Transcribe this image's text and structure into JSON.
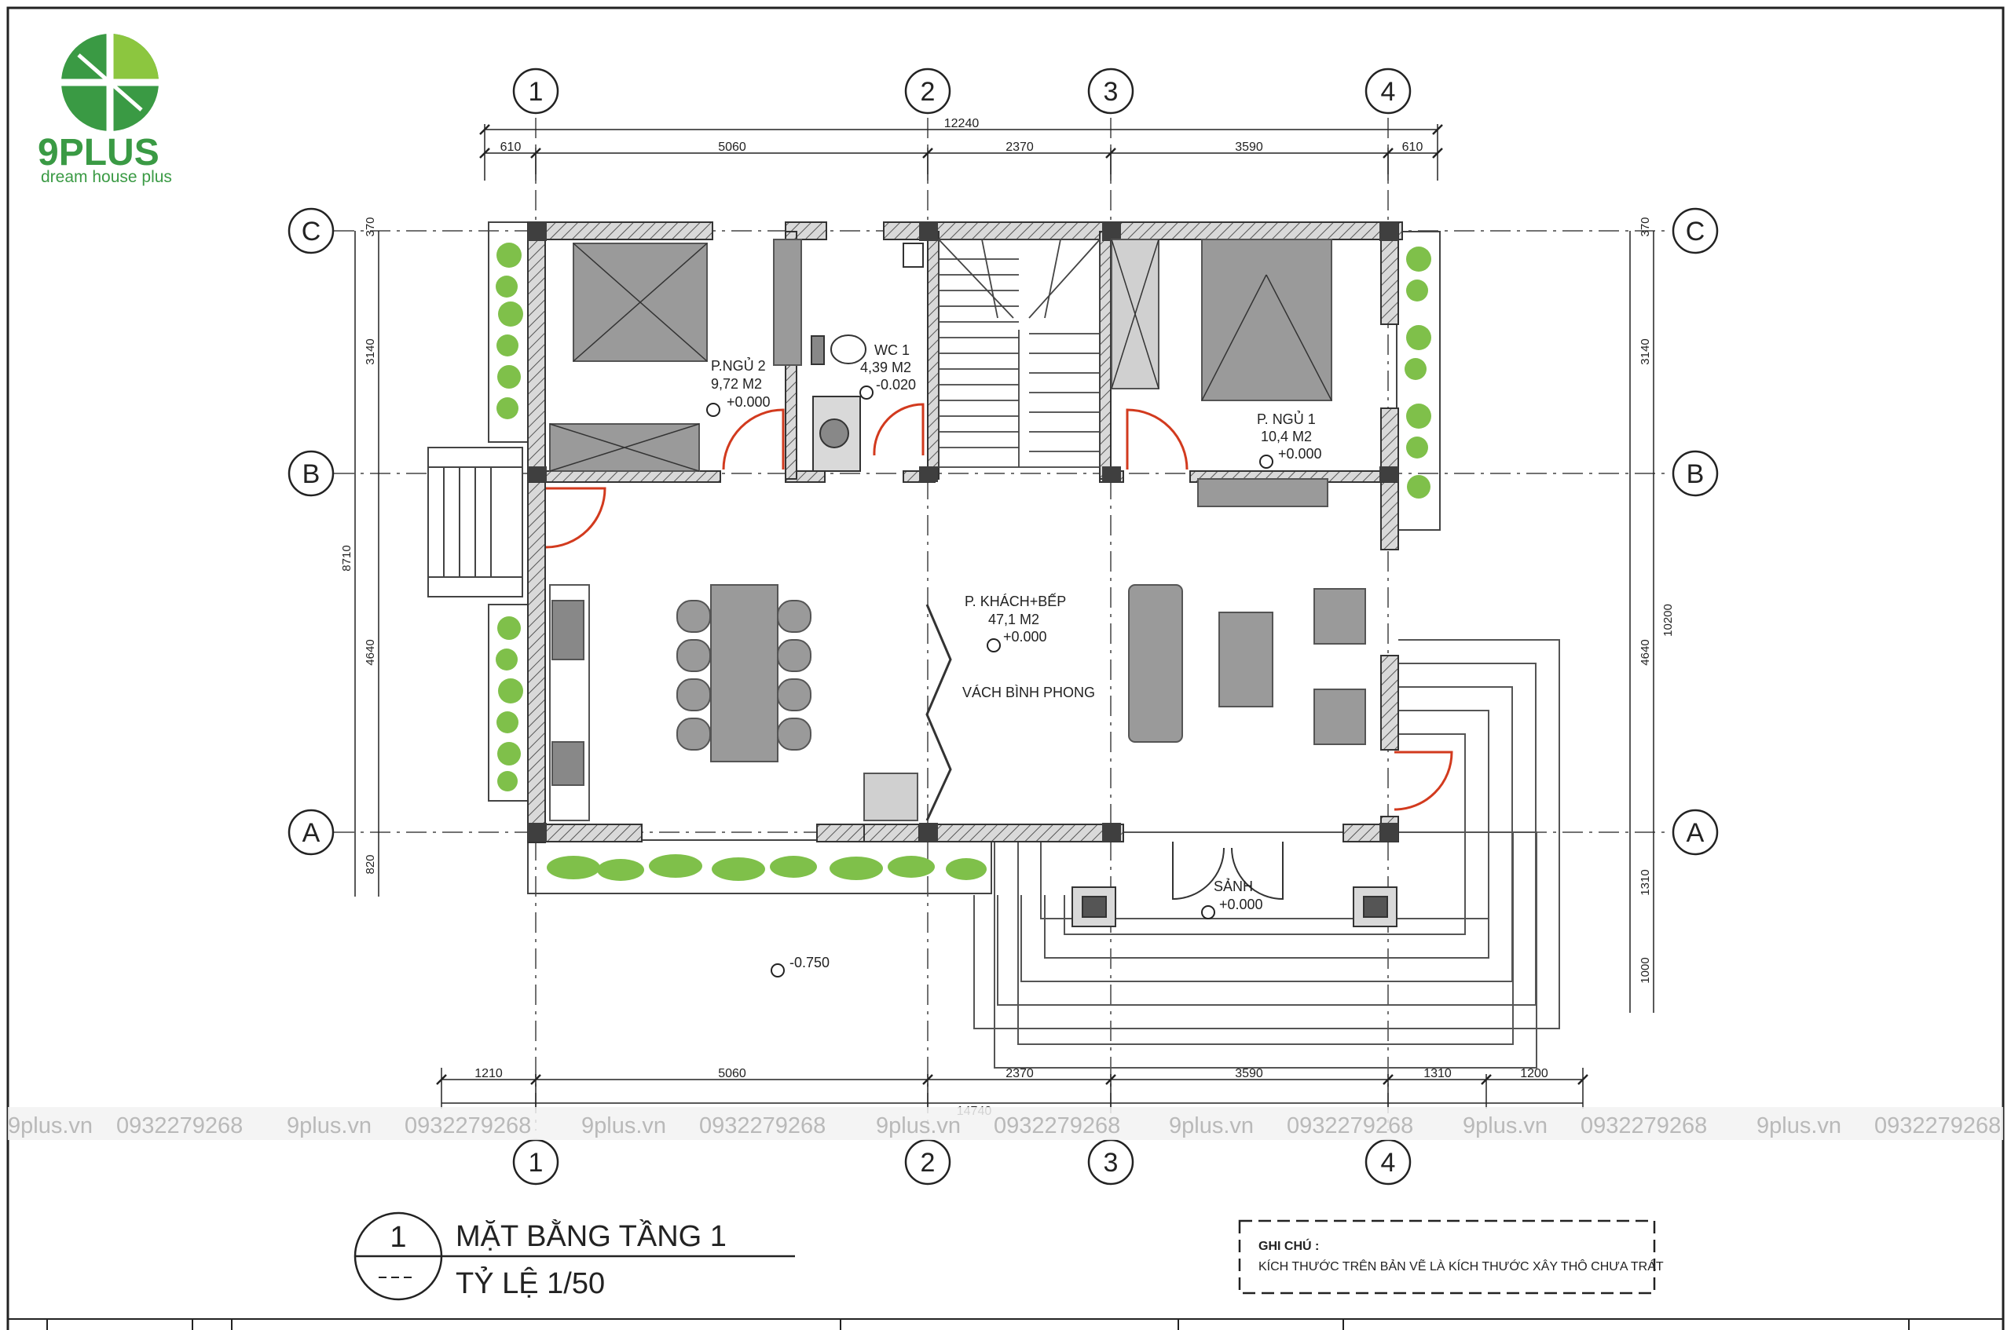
{
  "brand": {
    "name": "9PLUS",
    "tagline": "dream house plus",
    "green": "#3a9a44",
    "green_light": "#8cc63f"
  },
  "watermark": {
    "site": "9plus.vn",
    "phone": "0932279268"
  },
  "grid": {
    "columns": [
      "1",
      "2",
      "3",
      "4"
    ],
    "rows": [
      "C",
      "B",
      "A"
    ]
  },
  "dimensions": {
    "top_total": "12240",
    "top": [
      "610",
      "5060",
      "2370",
      "3590",
      "610"
    ],
    "bottom_total": "14740",
    "bottom": [
      "1210",
      "5060",
      "2370",
      "3590",
      "1310",
      "1200"
    ],
    "left": [
      "370",
      "3140",
      "4640",
      "820"
    ],
    "left_total": "8710",
    "right": [
      "370",
      "3140",
      "4640",
      "1310",
      "1000"
    ],
    "right_total": "10200"
  },
  "rooms": {
    "bedroom2": {
      "name": "P.NGỦ 2",
      "area": "9,72 M2",
      "level": "+0.000"
    },
    "wc1": {
      "name": "WC 1",
      "area": "4,39 M2",
      "level": "-0.020"
    },
    "bedroom1": {
      "name": "P. NGỦ 1",
      "area": "10,4 M2",
      "level": "+0.000"
    },
    "living": {
      "name": "P. KHÁCH+BẾP",
      "area": "47,1 M2",
      "level": "+0.000"
    },
    "screen": {
      "name": "VÁCH BÌNH PHONG"
    },
    "hall": {
      "name": "SẢNH",
      "level": "+0.000"
    },
    "ground": {
      "level": "-0.750"
    }
  },
  "title_block": {
    "number": "1",
    "title": "MẶT BẰNG TẦNG 1",
    "scale": "TỶ LỆ 1/50"
  },
  "note": {
    "heading": "GHI CHÚ :",
    "text": "KÍCH THƯỚC TRÊN BẢN VẼ LÀ KÍCH THƯỚC XÂY THÔ CHƯA TRÁT"
  },
  "colors": {
    "wall": "#5a5a5a",
    "door": "#d23a1e",
    "furniture": "#9a9a9a",
    "plant": "#7fc04a"
  }
}
